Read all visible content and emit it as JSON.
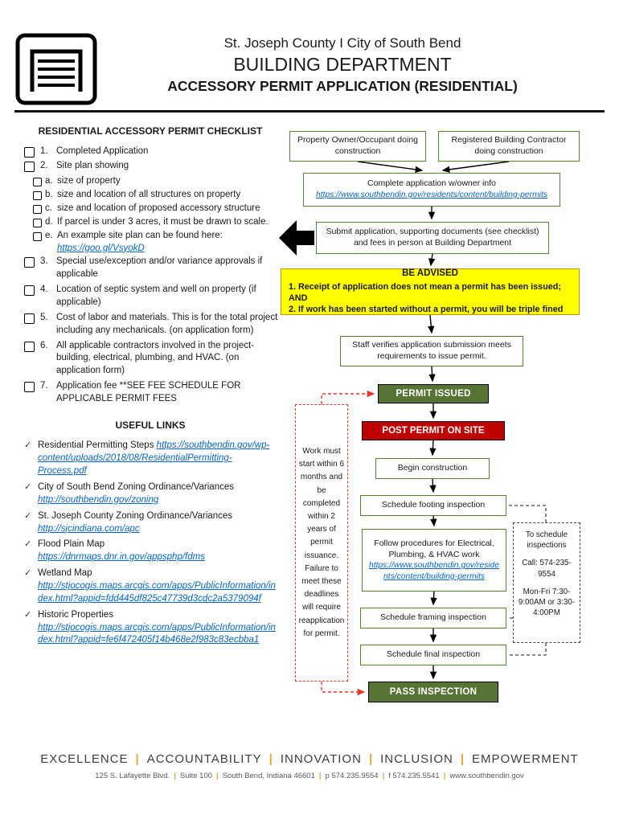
{
  "colors": {
    "flow_green_border": "#538135",
    "permit_green_fill": "#587434",
    "alert_red_fill": "#C00000",
    "advisory_yellow": "#FFFF00",
    "link_blue": "#0563C1",
    "dashed_red": "#E3392E",
    "footer_accent": "#E8A33D"
  },
  "header": {
    "line1": "St. Joseph County I City of South Bend",
    "line2": "BUILDING DEPARTMENT",
    "line3": "ACCESSORY PERMIT APPLICATION (RESIDENTIAL)"
  },
  "checklist": {
    "title": "RESIDENTIAL ACCESSORY PERMIT CHECKLIST",
    "items": [
      {
        "num": "1.",
        "text": "Completed Application"
      },
      {
        "num": "2.",
        "text": "Site plan showing",
        "subitems": [
          {
            "letter": "a.",
            "text": "size of property"
          },
          {
            "letter": "b.",
            "text": "size and location of all structures on property"
          },
          {
            "letter": "c.",
            "text": "size and location of proposed accessory structure"
          },
          {
            "letter": "d.",
            "text": "If parcel is under 3 acres, it must be drawn to scale."
          },
          {
            "letter": "e.",
            "text": "An example site plan can be found here:",
            "link": "https://goo.gl/VsyokD"
          }
        ]
      },
      {
        "num": "3.",
        "text": "Special use/exception and/or variance approvals if applicable"
      },
      {
        "num": "4.",
        "text": "Location of septic system and well on property (if applicable)"
      },
      {
        "num": "5.",
        "text": "Cost of labor and materials. This is for the total project including any mechanicals. (on application form)"
      },
      {
        "num": "6.",
        "text": "All applicable contractors involved in the project-building, electrical, plumbing, and HVAC. (on application form)"
      },
      {
        "num": "7.",
        "text": "Application fee **SEE FEE SCHEDULE FOR APPLICABLE PERMIT FEES"
      }
    ]
  },
  "useful_links": {
    "title": "USEFUL LINKS",
    "tick": "✓",
    "items": [
      {
        "label": "Residential Permitting Steps",
        "url": "https://southbendin.gov/wp-content/uploads/2018/08/ResidentialPermitting-Process.pdf"
      },
      {
        "label": "City of South Bend Zoning Ordinance/Variances",
        "url": "http://southbendin.gov/zoning"
      },
      {
        "label": "St. Joseph County Zoning Ordinance/Variances",
        "url": "http://sjcindiana.com/apc"
      },
      {
        "label": "Flood Plain Map",
        "url": "https://dnrmaps.dnr.in.gov/appsphp/fdms"
      },
      {
        "label": "Wetland Map",
        "url": "http://stjocogis.maps.arcgis.com/apps/PublicInformation/index.html?appid=fdd445df825c47739d3cdc2a5379094f"
      },
      {
        "label": "Historic Properties",
        "url": "http://stjocogis.maps.arcgis.com/apps/PublicInformation/index.html?appid=fe6f472405f14b468e2f983c83ecbba1"
      }
    ]
  },
  "flowchart": {
    "owner_box": "Property Owner/Occupant doing construction",
    "contractor_box": "Registered Building Contractor doing construction",
    "complete_app": {
      "text": "Complete application w/owner info",
      "link": "https://www.southbendin.gov/residents/content/building-permits"
    },
    "submit_app": "Submit application, supporting documents (see checklist) and fees in person at Building Department",
    "be_advised": {
      "title": "BE ADVISED",
      "line1": "1. Receipt of application does not mean a permit has been issued; AND",
      "line2": "2. If work has been started without a permit, you will be triple fined"
    },
    "staff_verifies": "Staff verifies application submission meets requirements to issue permit.",
    "permit_issued": "PERMIT ISSUED",
    "post_permit": "POST PERMIT ON SITE",
    "begin_construction": "Begin construction",
    "footing": "Schedule footing inspection",
    "procedures": {
      "text": "Follow procedures for Electrical, Plumbing, & HVAC work",
      "link": "https://www.southbendin.gov/residents/content/building-permits"
    },
    "framing": "Schedule framing inspection",
    "final": "Schedule final inspection",
    "pass": "PASS INSPECTION",
    "deadline_note": "Work must start within 6 months and be completed within 2 years of permit issuance. Failure to meet these deadlines will require reapplication for permit.",
    "schedule_note": {
      "line1": "To schedule inspections",
      "line2": "Call: 574-235-9554",
      "line3": "Mon-Fri 7:30-9:00AM or 3:30-4:00PM"
    }
  },
  "footer": {
    "sep": "|",
    "values": [
      "EXCELLENCE",
      "ACCOUNTABILITY",
      "INNOVATION",
      "INCLUSION",
      "EMPOWERMENT"
    ],
    "address_parts": [
      "125 S. Lafayette Blvd.",
      "Suite 100",
      "South Bend, Indiana 46601",
      "p 574.235.9554",
      "f 574.235.5541",
      "www.southbendin.gov"
    ]
  }
}
